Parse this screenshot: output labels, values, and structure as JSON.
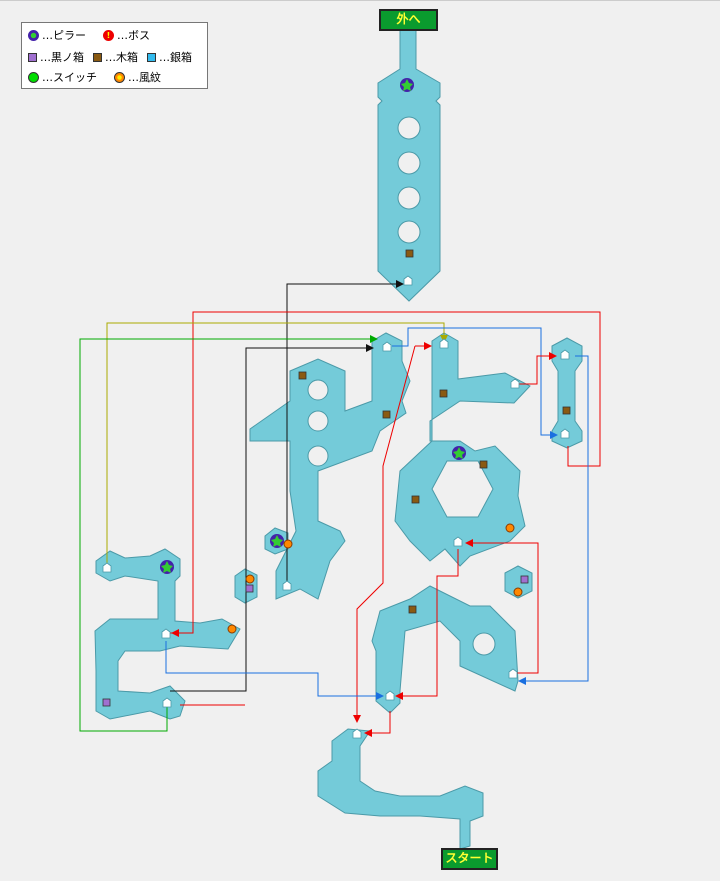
{
  "legend": {
    "pillar": "…ピラー",
    "boss": "…ボス",
    "black_chest": "…黒ノ箱",
    "wood_chest": "…木箱",
    "silver_chest": "…銀箱",
    "switch": "…スイッチ",
    "wind_crest": "…風紋"
  },
  "exits": {
    "top": "外へ",
    "start": "スタート"
  },
  "colors": {
    "room": "#74cbd9",
    "black_chest": "#a070d0",
    "wood_chest": "#8a5a12",
    "silver_chest": "#33bbee",
    "switch": "#00dd00",
    "wind_crest": "#ff8800",
    "exit_bg": "#0a9b2e",
    "exit_text": "#ffff33"
  }
}
